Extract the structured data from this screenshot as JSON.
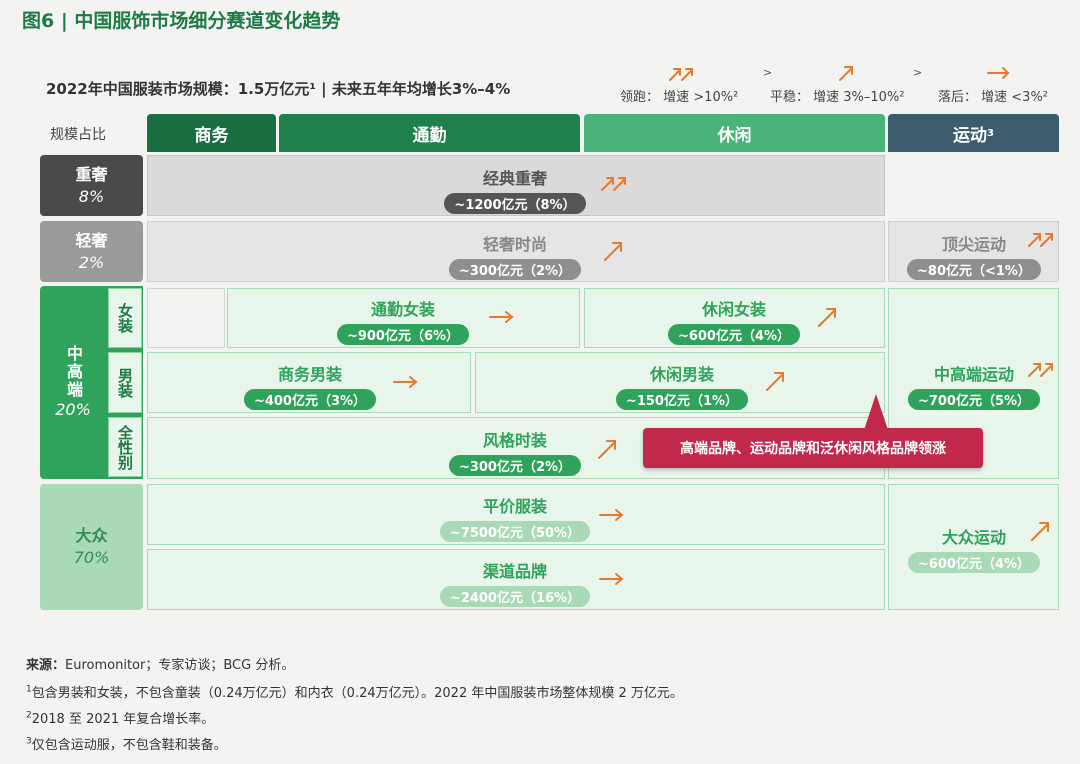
{
  "title": "图6 | 中国服饰市场细分赛道变化趋势",
  "subtitle": "2022年中国服装市场规模：1.5万亿元¹ | 未来五年年均增长3%–4%",
  "legend": [
    {
      "label": "领跑：",
      "desc": "增速 >10%²",
      "trend": "double"
    },
    {
      "label": "平稳：",
      "desc": "增速 3%–10%²",
      "trend": "up"
    },
    {
      "label": "落后：",
      "desc": "增速 <3%²",
      "trend": "flat"
    }
  ],
  "legend_gt": ">",
  "scale_label": "规模占比",
  "columns": [
    {
      "name": "商务",
      "sup": ""
    },
    {
      "name": "通勤",
      "sup": ""
    },
    {
      "name": "休闲",
      "sup": ""
    },
    {
      "name": "运动",
      "sup": "3"
    }
  ],
  "rows": [
    {
      "name": "重奢",
      "pct": "8%"
    },
    {
      "name": "轻奢",
      "pct": "2%"
    },
    {
      "name": "中高端",
      "pct": "20%"
    },
    {
      "name": "大众",
      "pct": "70%"
    }
  ],
  "sublabels": [
    "女装",
    "男装",
    "全性别"
  ],
  "segments": [
    {
      "name": "经典重奢",
      "value": "~1200亿元（8%）",
      "trend": "double"
    },
    {
      "name": "轻奢时尚",
      "value": "~300亿元（2%）",
      "trend": "up"
    },
    {
      "name": "顶尖运动",
      "value": "~80亿元（<1%）",
      "trend": "double"
    },
    {
      "name": "通勤女装",
      "value": "~900亿元（6%）",
      "trend": "flat"
    },
    {
      "name": "休闲女装",
      "value": "~600亿元（4%）",
      "trend": "up"
    },
    {
      "name": "商务男装",
      "value": "~400亿元（3%）",
      "trend": "flat"
    },
    {
      "name": "休闲男装",
      "value": "~150亿元（1%）",
      "trend": "up"
    },
    {
      "name": "中高端运动",
      "value": "~700亿元（5%）",
      "trend": "double"
    },
    {
      "name": "风格时装",
      "value": "~300亿元（2%）",
      "trend": "up"
    },
    {
      "name": "平价服装",
      "value": "~7500亿元（50%）",
      "trend": "flat"
    },
    {
      "name": "大众运动",
      "value": "~600亿元（4%）",
      "trend": "up"
    },
    {
      "name": "渠道品牌",
      "value": "~2400亿元（16%）",
      "trend": "flat"
    }
  ],
  "callout": "高端品牌、运动品牌和泛休闲风格品牌领涨",
  "footnotes": {
    "source_label": "来源：",
    "source": "Euromonitor；专家访谈；BCG 分析。",
    "notes": [
      {
        "mark": "1",
        "text": "包含男装和女装，不包含童装（0.24万亿元）和内衣（0.24万亿元）。2022 年中国服装市场整体规模 2 万亿元。"
      },
      {
        "mark": "2",
        "text": "2018 至 2021 年复合增长率。"
      },
      {
        "mark": "3",
        "text": "仅包含运动服，不包含鞋和装备。"
      }
    ]
  },
  "colors": {
    "title": "#1f7a46",
    "header_business": "#1a6f42",
    "header_commute": "#1f7f4d",
    "header_casual": "#49b37a",
    "header_sport": "#3d5d6e",
    "row_heavy_lux": "#4a4a4a",
    "row_light_lux": "#9a9a9a",
    "row_mid_high": "#2fa35c",
    "row_mass": "#a9d9b7",
    "arrow": "#e8792c",
    "callout": "#c1284b"
  }
}
